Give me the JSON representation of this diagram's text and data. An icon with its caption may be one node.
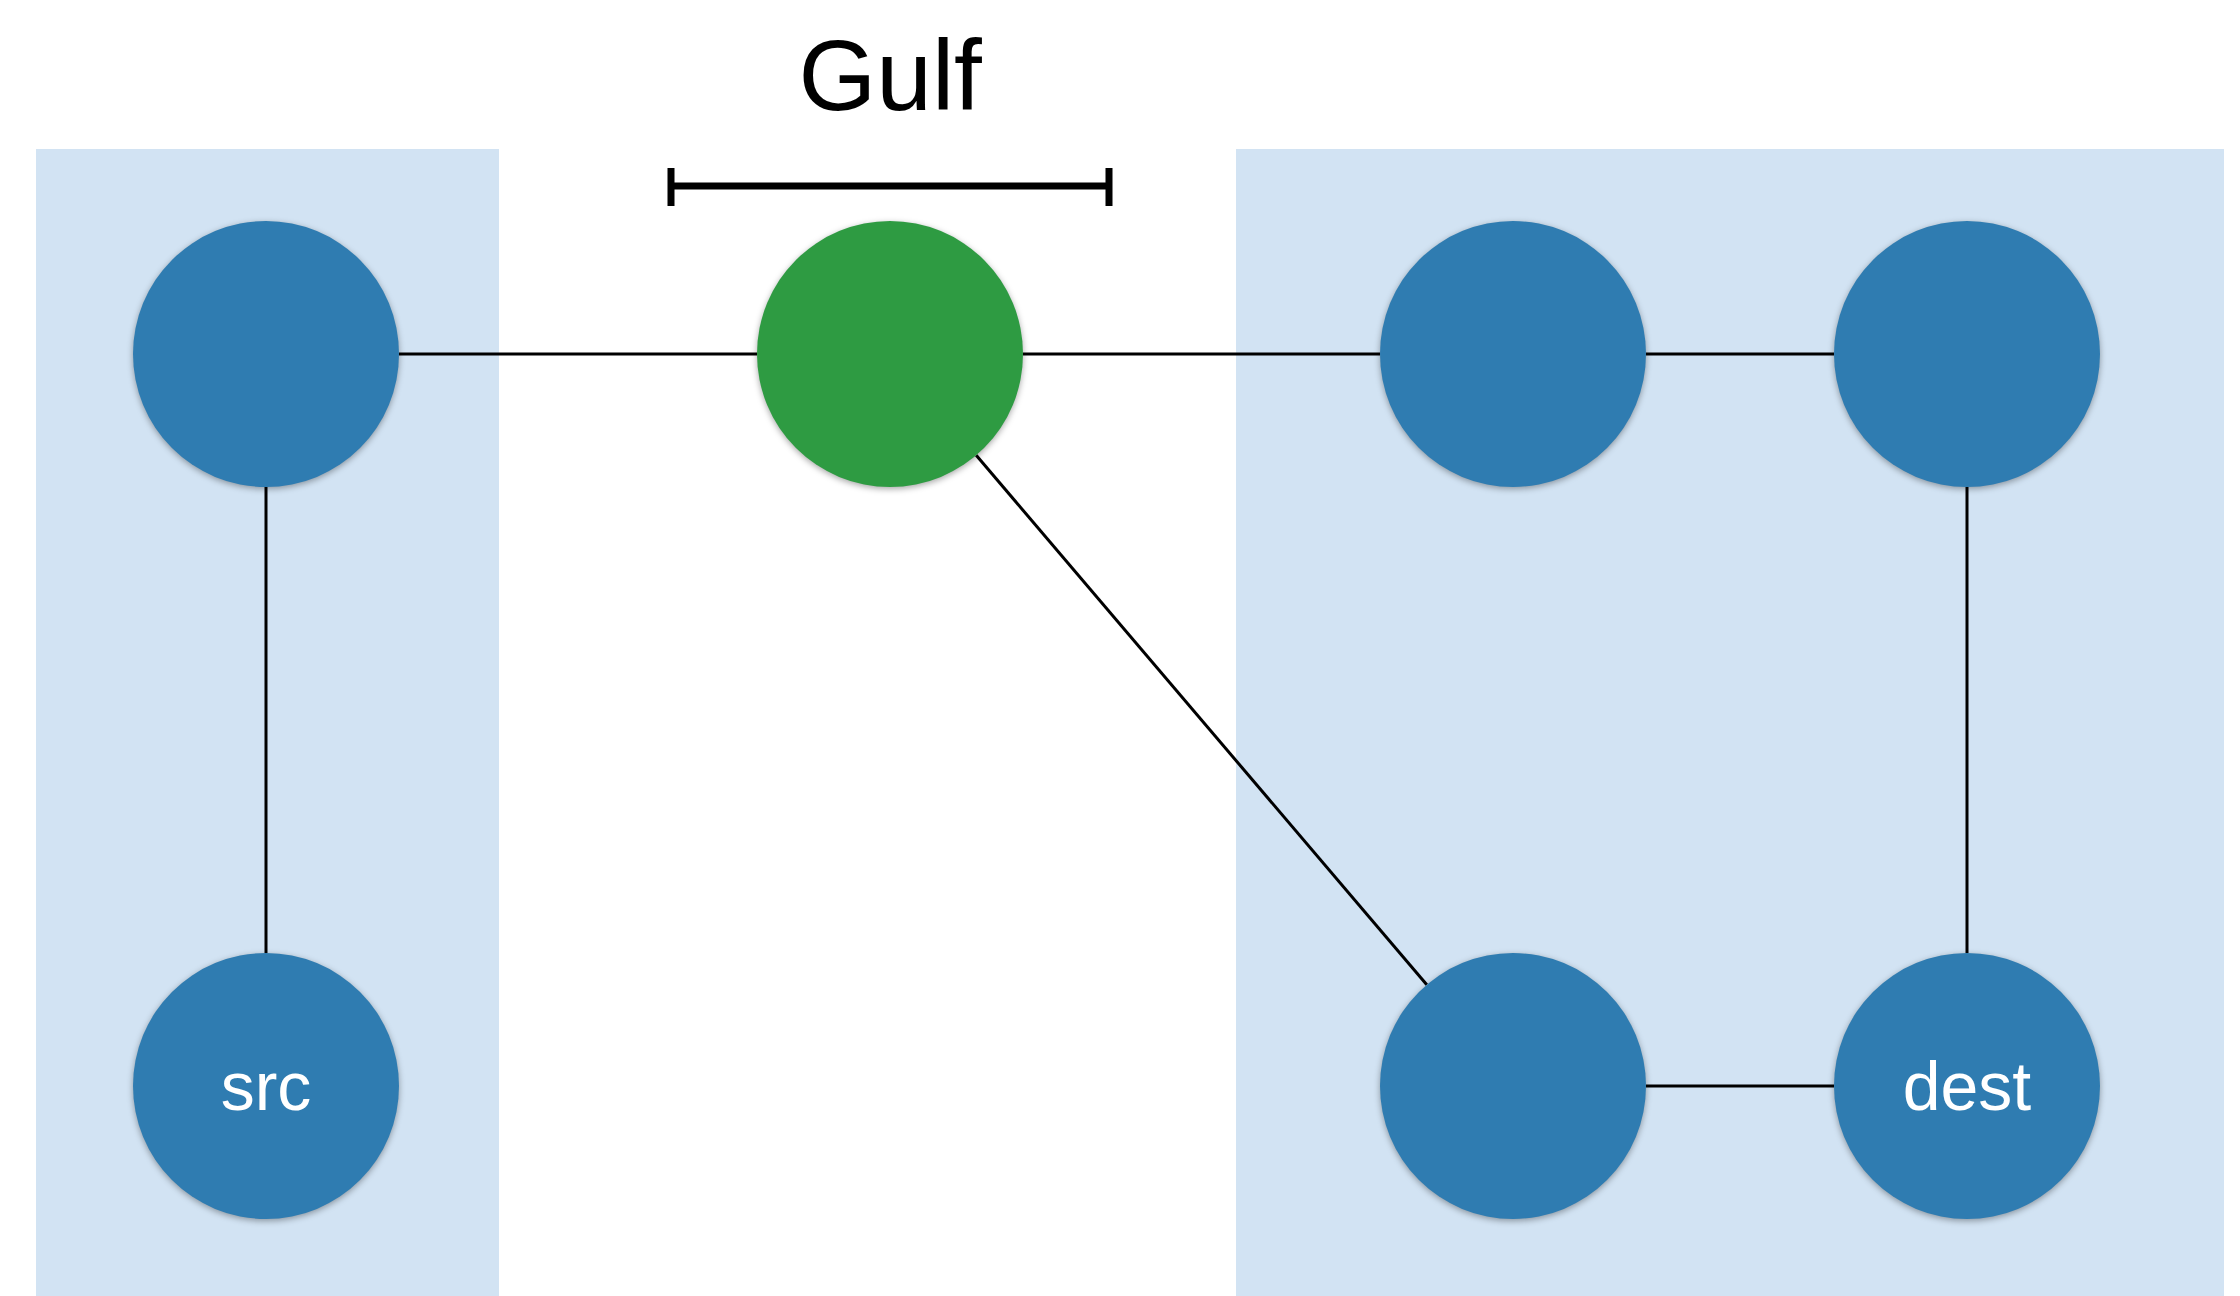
{
  "diagram": {
    "nodes": [
      {
        "text": [],
        "shape": "box"
      },
      {
        "text": [],
        "shape": "circle",
        "in": 0
      },
      {
        "text": [
          "src"
        ],
        "in": 0
      },
      {
        "text": [],
        "shape": "circle"
      },
      {
        "text": [],
        "shape": "box"
      },
      {
        "text": [],
        "shape": "circle",
        "in": 4
      },
      {
        "text": [],
        "shape": "circle",
        "in": 4
      },
      {
        "text": [],
        "shape": "circle",
        "in": 4
      },
      {
        "text": [
          "dest"
        ],
        "in": 4
      }
    ],
    "edges": [
      {
        "from": 1,
        "to": 3,
        "arrow": "none"
      },
      {
        "from": 1,
        "to": 2,
        "arrow": "none"
      },
      {
        "from": 3,
        "to": 5,
        "arrow": "none"
      },
      {
        "from": 5,
        "to": 6,
        "arrow": "none"
      },
      {
        "from": 3,
        "to": 7,
        "arrow": "none"
      },
      {
        "from": 6,
        "to": 8,
        "arrow": "none"
      },
      {
        "from": 7,
        "to": 8,
        "arrow": "none"
      }
    ],
    "labels": [
      "Gulf"
    ]
  }
}
